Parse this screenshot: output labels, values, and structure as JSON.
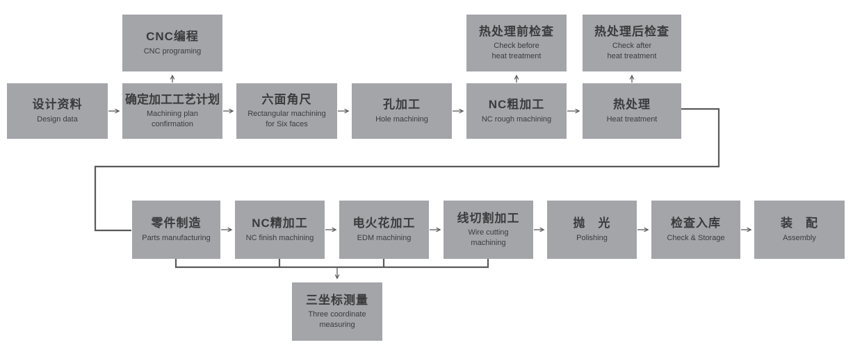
{
  "colors": {
    "node_fill": "#a4a5a9",
    "node_text": "#3b3b3d",
    "line": "#59595b",
    "background": "#ffffff"
  },
  "nodes": {
    "design_data": {
      "zh": "设计资料",
      "en": "Design data"
    },
    "machining_plan": {
      "zh": "确定加工工艺计划",
      "en": [
        "Machining plan",
        "confirmation"
      ]
    },
    "cnc_programming": {
      "zh": "CNC编程",
      "en": "CNC programing"
    },
    "six_faces": {
      "zh": "六面角尺",
      "en": [
        "Rectangular machining",
        "for Six faces"
      ]
    },
    "hole_machining": {
      "zh": "孔加工",
      "en": "Hole machining"
    },
    "nc_rough": {
      "zh": "NC粗加工",
      "en": "NC rough machining"
    },
    "check_before": {
      "zh": "热处理前检查",
      "en": [
        "Check before",
        "heat treatment"
      ]
    },
    "heat_treatment": {
      "zh": "热处理",
      "en": "Heat treatment"
    },
    "check_after": {
      "zh": "热处理后检查",
      "en": [
        "Check after",
        "heat treatment"
      ]
    },
    "parts_manufacturing": {
      "zh": "零件制造",
      "en": "Parts manufacturing"
    },
    "nc_finish": {
      "zh": "NC精加工",
      "en": "NC finish machining"
    },
    "edm": {
      "zh": "电火花加工",
      "en": "EDM machining"
    },
    "wire_cutting": {
      "zh": "线切割加工",
      "en": [
        "Wire cutting",
        "machining"
      ]
    },
    "polishing": {
      "zh": "抛　光",
      "en": "Polishing"
    },
    "check_storage": {
      "zh": "检查入库",
      "en": "Check & Storage"
    },
    "assembly": {
      "zh": "装　配",
      "en": "Assembly"
    },
    "three_coordinate": {
      "zh": "三坐标测量",
      "en": [
        "Three coordinate",
        "measuring"
      ]
    }
  },
  "flow": {
    "main_sequence": [
      "design_data",
      "machining_plan",
      "six_faces",
      "hole_machining",
      "nc_rough",
      "heat_treatment",
      "parts_manufacturing",
      "nc_finish",
      "edm",
      "wire_cutting",
      "polishing",
      "check_storage",
      "assembly"
    ],
    "branches": [
      {
        "from": "machining_plan",
        "to": "cnc_programming"
      },
      {
        "from": "nc_rough",
        "to": "check_before"
      },
      {
        "from": "heat_treatment",
        "to": "check_after"
      },
      {
        "from": [
          "parts_manufacturing",
          "nc_finish",
          "edm",
          "wire_cutting"
        ],
        "to": "three_coordinate"
      }
    ]
  }
}
